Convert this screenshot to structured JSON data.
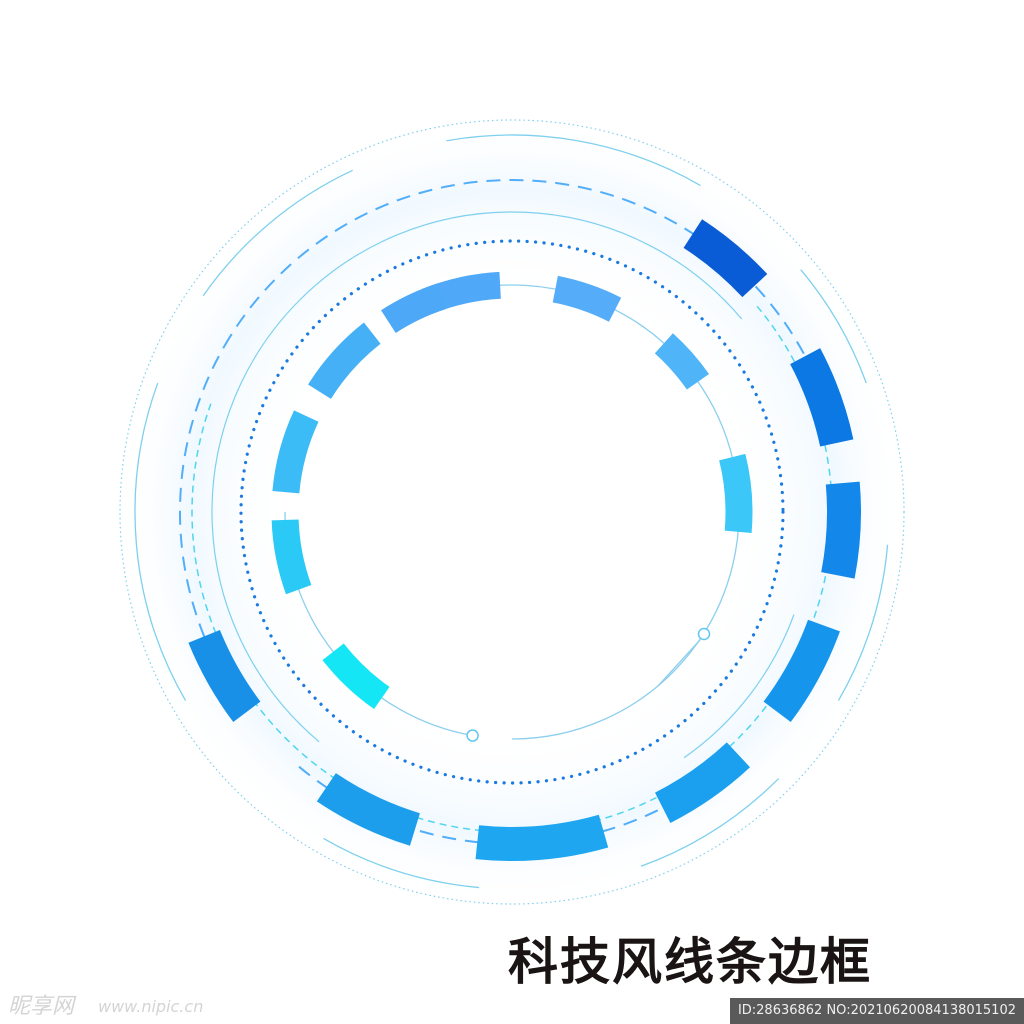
{
  "title": "科技风线条边框",
  "watermark": {
    "logo": "昵享网",
    "url": "www.nipic.cn",
    "id": "ID:28636862 NO:20210620084138015102"
  },
  "colors": {
    "dark_blue": "#0a5fd6",
    "mid_blue": "#1a8ee8",
    "sky": "#52aef8",
    "cyan": "#18e6f6",
    "line": "#7fd0ee",
    "text": "#1a1414"
  }
}
